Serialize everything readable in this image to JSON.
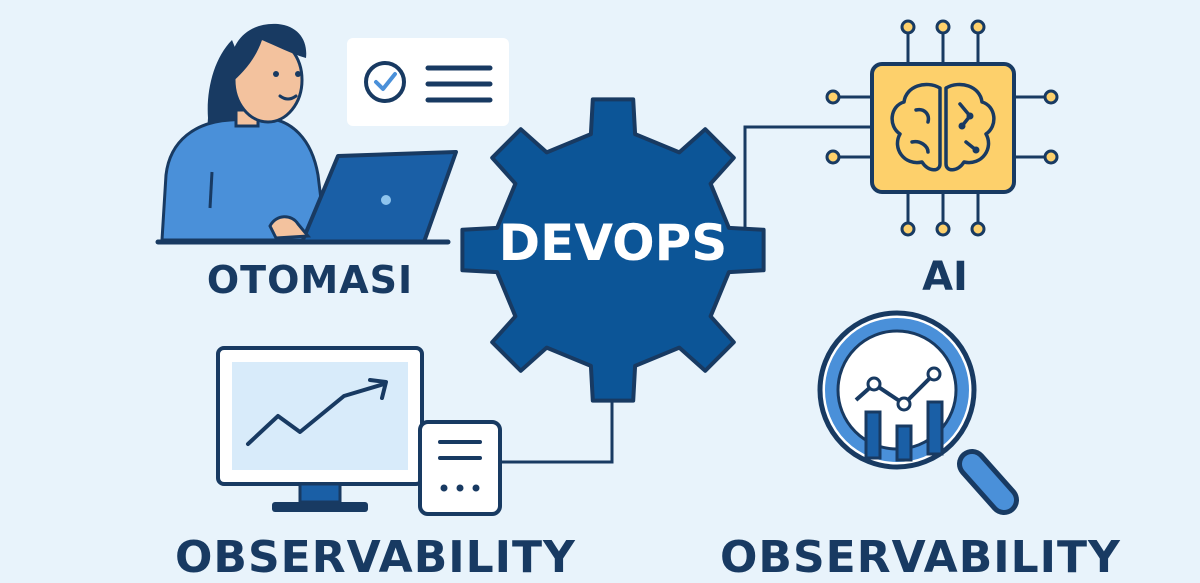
{
  "diagram": {
    "center": {
      "label": "DEVOPS"
    },
    "nodes": [
      {
        "id": "otomasi",
        "label": "OTOMASI",
        "icon": "person-laptop-icon"
      },
      {
        "id": "ai",
        "label": "AI",
        "icon": "brain-chip-icon"
      },
      {
        "id": "observability-left",
        "label": "OBSERVABILITY",
        "icon": "monitor-chart-icon"
      },
      {
        "id": "observability-right",
        "label": "OBSERVABILITY",
        "icon": "magnifier-chart-icon"
      }
    ]
  },
  "colors": {
    "background": "#e8f3fb",
    "gear": "#0c5597",
    "outline": "#183a62",
    "accent_blue": "#4a90d9",
    "chip_yellow": "#fdd06b",
    "skin": "#f3c29e"
  }
}
